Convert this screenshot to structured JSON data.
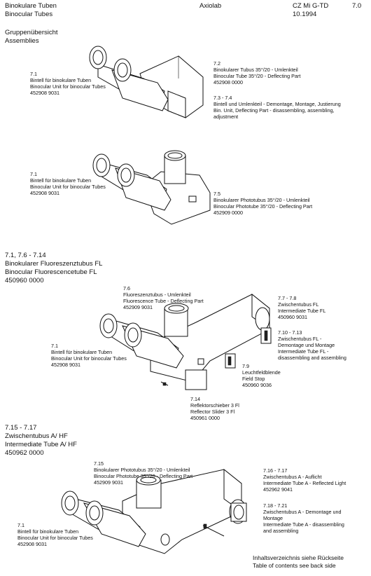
{
  "header": {
    "title_de": "Binokulare Tuben",
    "title_en": "Binocular Tubes",
    "center": "Axiolab",
    "doc_code": "CZ Mi G-TD",
    "doc_version": "7.0",
    "doc_date": "10.1994"
  },
  "assemblies_heading": {
    "de": "Gruppenübersicht",
    "en": "Assemblies"
  },
  "fig1": {
    "left": {
      "code": "7.1",
      "de": "Bintell für binokulare Tuben",
      "en": "Binocular Unit for binocular Tubes",
      "num": "452908 9031"
    },
    "r1": {
      "code": "7.2",
      "de": "Binokularer Tubus 35°/20 - Umlenkteil",
      "en": "Binocular Tube 35°/20 - Deflecting Part",
      "num": "452908 0000"
    },
    "r2": {
      "code": "7.3 - 7.4",
      "de": "Bintell und Umlenkteil - Demontage, Montage, Justierung",
      "en": "Bin. Unit, Deflecting Part - disassembling, assembling,",
      "en2": "adjustment"
    }
  },
  "fig2": {
    "left": {
      "code": "7.1",
      "de": "Bintell für binokulare Tuben",
      "en": "Binocular Unit for binocular Tubes",
      "num": "452908 9031"
    },
    "r1": {
      "code": "7.5",
      "de": "Binokularer Phototubus 35°/20 - Umlenkteil",
      "en": "Binocular Phototube 35°/20 - Deflecting Part",
      "num": "452909 0000"
    }
  },
  "section2": {
    "codes": "7.1, 7.6 - 7.14",
    "de": "Binokularer Fluoreszenztubus FL",
    "en": "Binocular Fluorescencetube FL",
    "num": "450960 0000"
  },
  "fig3": {
    "top": {
      "code": "7.6",
      "de": "Fluoreszenztubus - Umlenkteil",
      "en": "Fluorescence Tube - Deflecting Part",
      "num": "452909 9031"
    },
    "left": {
      "code": "7.1",
      "de": "Bintell für binokulare Tuben",
      "en": "Binocular Unit for binocular Tubes",
      "num": "452908 9031"
    },
    "r1": {
      "code": "7.7 - 7.8",
      "de": "Zwischentubus FL",
      "en": "Intermediate Tube FL",
      "num": "450960 9031"
    },
    "r2": {
      "code": "7.10 - 7.13",
      "de": "Zwischentubus FL -",
      "de2": "Demontage und Montage",
      "en": "Intermediate Tube FL -",
      "en2": "disassembling and assembling"
    },
    "r3": {
      "code": "7.9",
      "de": "Leuchtfeldblende",
      "en": "Field Stop",
      "num": "450960 9036"
    },
    "bottom": {
      "code": "7.14",
      "de": "Reflektorschieber 3 Fl",
      "en": "Reflector Slider 3 Fl",
      "num": "450961 0000"
    }
  },
  "section3": {
    "codes": "7.15 - 7.17",
    "de": "Zwischentubus A/ HF",
    "en": "Intermediate Tube A/ HF",
    "num": "450962 0000"
  },
  "fig4": {
    "top": {
      "code": "7.15",
      "de": "Binokularer Phototubus 35°/20 - Umlenkteil",
      "en": "Binocular Phototube 35°/20 - Deflecting Part",
      "num": "452909 9031"
    },
    "left": {
      "code": "7.1",
      "de": "Bintell für binokulare Tuben",
      "en": "Binocular Unit for binocular Tubes",
      "num": "452908 9031"
    },
    "r1": {
      "code": "7.16 - 7.17",
      "de": "Zwischentubus A - Auflicht",
      "en": "Intermediate Tube A - Reflected Light",
      "num": "452962 9041"
    },
    "r2": {
      "code": "7.18 - 7.21",
      "de": "Zwischentubus A - Demontage und",
      "de2": "Montage",
      "en": "Intermediate Tube A - disassembling",
      "en2": "and assembling"
    }
  },
  "footer": {
    "de": "Inhaltsverzeichnis siehe Rückseite",
    "en": "Table of contents see back side"
  }
}
